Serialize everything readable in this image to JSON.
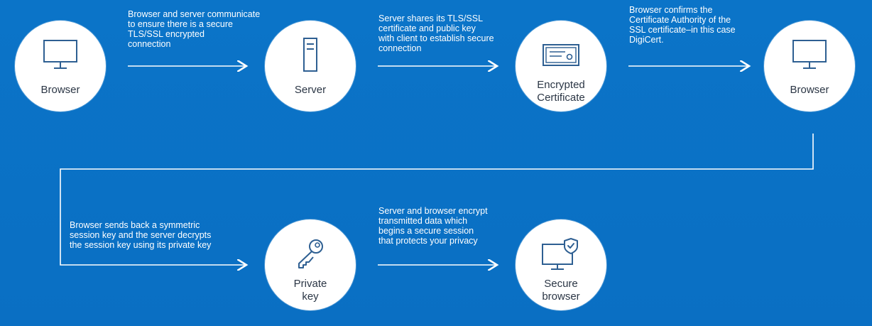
{
  "nodes": [
    {
      "id": "browser-1",
      "label": "Browser",
      "icon": "monitor-icon"
    },
    {
      "id": "server",
      "label": "Server",
      "icon": "server-icon"
    },
    {
      "id": "encrypted-certificate",
      "label": "Encrypted\nCertificate",
      "icon": "certificate-icon"
    },
    {
      "id": "browser-2",
      "label": "Browser",
      "icon": "monitor-icon"
    },
    {
      "id": "private-key",
      "label": "Private\nkey",
      "icon": "key-icon"
    },
    {
      "id": "secure-browser",
      "label": "Secure\nbrowser",
      "icon": "secure-monitor-icon"
    }
  ],
  "steps": [
    {
      "text": "Browser and server communicate\nto ensure there is a secure\nTLS/SSL encrypted\nconnection"
    },
    {
      "text": "Server shares its TLS/SSL\ncertificate and public key\nwith client to establish secure\nconnection"
    },
    {
      "text": "Browser confirms the\nCertificate Authority of the\nSSL certificate–in this case\nDigiCert."
    },
    {
      "text": "Browser sends back a symmetric\nsession key and the server decrypts\nthe session key using its private key"
    },
    {
      "text": "Server and browser encrypt\ntransmitted data which\nbegins a secure session\nthat protects your privacy"
    }
  ],
  "colors": {
    "background": "#0a72c6",
    "node_fill": "#ffffff",
    "icon_stroke": "#2e5f92",
    "line": "#ffffff"
  }
}
